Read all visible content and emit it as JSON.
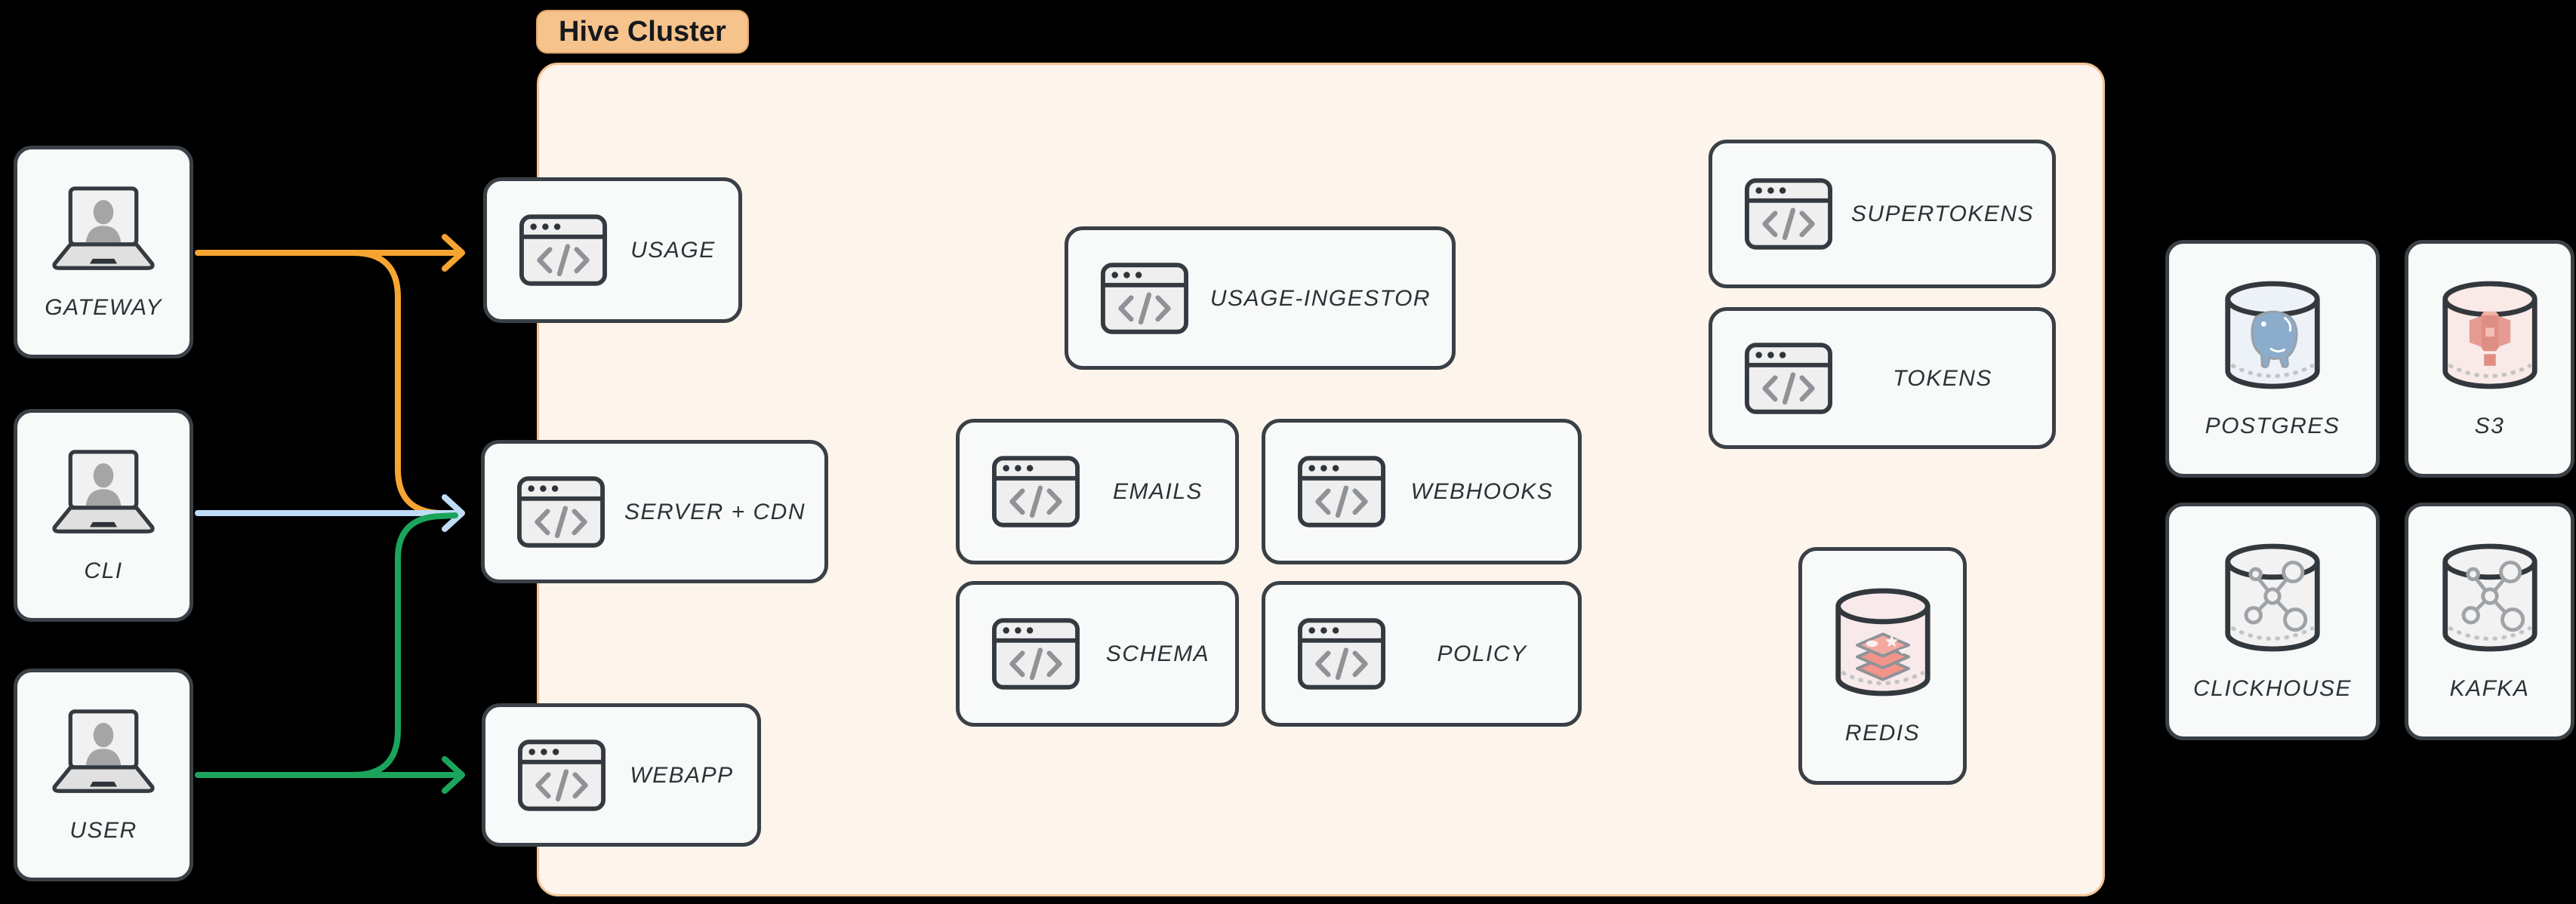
{
  "diagram": {
    "cluster_label": "Hive Cluster",
    "actors": [
      {
        "id": "gateway",
        "label": "GATEWAY"
      },
      {
        "id": "cli",
        "label": "CLI"
      },
      {
        "id": "user",
        "label": "USER"
      }
    ],
    "cluster_services": [
      {
        "id": "usage",
        "label": "USAGE"
      },
      {
        "id": "server-cdn",
        "label": "SERVER + CDN"
      },
      {
        "id": "webapp",
        "label": "WEBAPP"
      },
      {
        "id": "usage-ingestor",
        "label": "USAGE-INGESTOR"
      },
      {
        "id": "emails",
        "label": "EMAILS"
      },
      {
        "id": "webhooks",
        "label": "WEBHOOKS"
      },
      {
        "id": "schema",
        "label": "SCHEMA"
      },
      {
        "id": "policy",
        "label": "POLICY"
      },
      {
        "id": "supertokens",
        "label": "SUPERTOKENS"
      },
      {
        "id": "tokens",
        "label": "TOKENS"
      },
      {
        "id": "redis",
        "label": "REDIS"
      }
    ],
    "external_stores": [
      {
        "id": "postgres",
        "label": "POSTGRES"
      },
      {
        "id": "s3",
        "label": "S3"
      },
      {
        "id": "clickhouse",
        "label": "CLICKHOUSE"
      },
      {
        "id": "kafka",
        "label": "KAFKA"
      }
    ],
    "connections": [
      {
        "from": "GATEWAY",
        "to": "USAGE",
        "color": "#F7A531"
      },
      {
        "from": "GATEWAY",
        "to": "SERVER + CDN",
        "color": "#F7A531"
      },
      {
        "from": "CLI",
        "to": "SERVER + CDN",
        "color": "#BFDCF6"
      },
      {
        "from": "USER",
        "to": "SERVER + CDN",
        "color": "#1BA45C"
      },
      {
        "from": "USER",
        "to": "WEBAPP",
        "color": "#1BA45C"
      }
    ],
    "colors": {
      "arrow_orange": "#F7A531",
      "arrow_blue": "#BFDCF6",
      "arrow_green": "#1BA45C",
      "cluster_background": "#FDF4EC",
      "cluster_border": "#F3C493",
      "cluster_pill_background": "#F5C38B",
      "node_background": "#F8F9F9",
      "node_border": "#3A4045",
      "label_text": "#2D3237"
    }
  }
}
